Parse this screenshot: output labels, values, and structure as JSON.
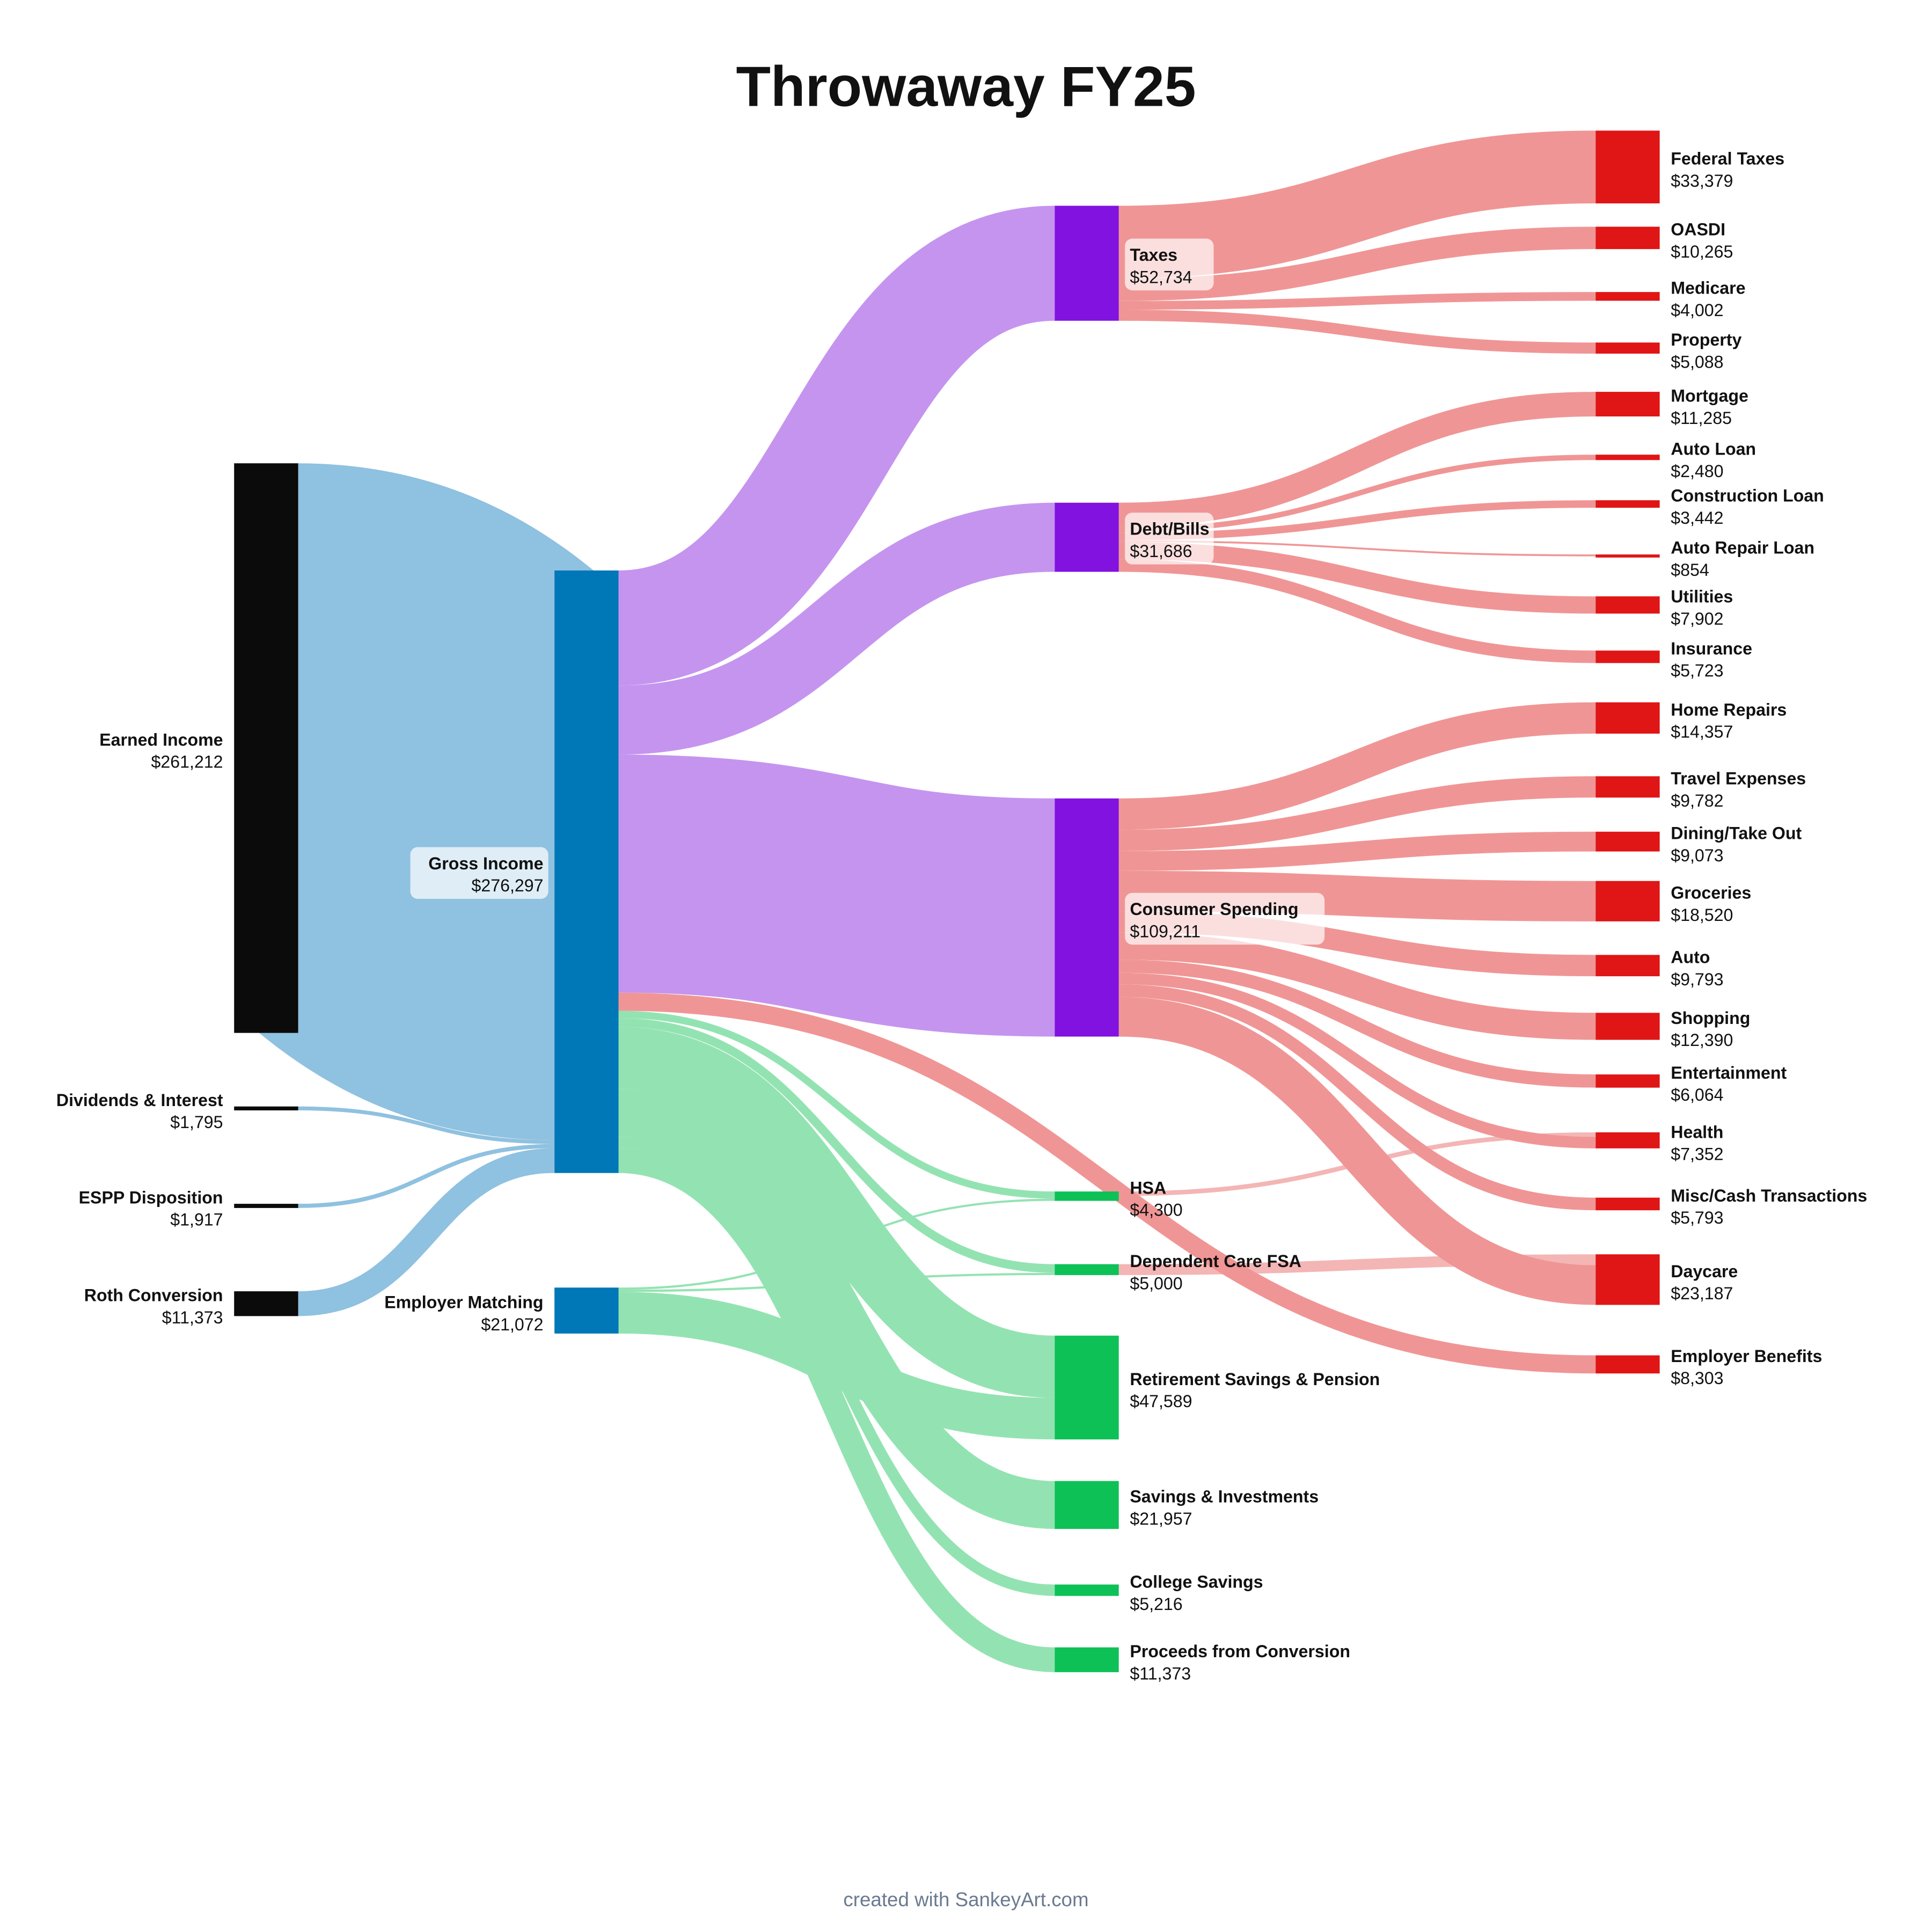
{
  "chart_data": {
    "type": "sankey",
    "title": "Throwaway FY25",
    "footer": "created with SankeyArt.com",
    "colors": {
      "income": "#0b0b0b",
      "gross": "#0077b6",
      "category": "#8212e0",
      "savings": "#0dc156",
      "expense": "#e01515",
      "link_income": "#8fc1e0",
      "link_category": "#c594ef",
      "link_savings": "#93e3b2",
      "link_expense": "#f09595"
    },
    "nodes": [
      {
        "id": "earned",
        "name": "Earned Income",
        "value": "$261,212",
        "group": "income"
      },
      {
        "id": "div",
        "name": "Dividends & Interest",
        "value": "$1,795",
        "group": "income"
      },
      {
        "id": "espp",
        "name": "ESPP Disposition",
        "value": "$1,917",
        "group": "income"
      },
      {
        "id": "roth",
        "name": "Roth Conversion",
        "value": "$11,373",
        "group": "income"
      },
      {
        "id": "gross",
        "name": "Gross Income",
        "value": "$276,297",
        "group": "gross"
      },
      {
        "id": "match",
        "name": "Employer Matching",
        "value": "$21,072",
        "group": "gross"
      },
      {
        "id": "taxes",
        "name": "Taxes",
        "value": "$52,734",
        "group": "category"
      },
      {
        "id": "debt",
        "name": "Debt/Bills",
        "value": "$31,686",
        "group": "category"
      },
      {
        "id": "consumer",
        "name": "Consumer Spending",
        "value": "$109,211",
        "group": "category"
      },
      {
        "id": "hsa",
        "name": "HSA",
        "value": "$4,300",
        "group": "savings"
      },
      {
        "id": "dcfsa",
        "name": "Dependent Care FSA",
        "value": "$5,000",
        "group": "savings"
      },
      {
        "id": "retire",
        "name": "Retirement Savings & Pension",
        "value": "$47,589",
        "group": "savings"
      },
      {
        "id": "savings",
        "name": "Savings & Investments",
        "value": "$21,957",
        "group": "savings"
      },
      {
        "id": "college",
        "name": "College Savings",
        "value": "$5,216",
        "group": "savings"
      },
      {
        "id": "proceeds",
        "name": "Proceeds from Conversion",
        "value": "$11,373",
        "group": "savings"
      },
      {
        "id": "federal",
        "name": "Federal Taxes",
        "value": "$33,379",
        "group": "expense"
      },
      {
        "id": "oasdi",
        "name": "OASDI",
        "value": "$10,265",
        "group": "expense"
      },
      {
        "id": "medicare",
        "name": "Medicare",
        "value": "$4,002",
        "group": "expense"
      },
      {
        "id": "property",
        "name": "Property",
        "value": "$5,088",
        "group": "expense"
      },
      {
        "id": "mortgage",
        "name": "Mortgage",
        "value": "$11,285",
        "group": "expense"
      },
      {
        "id": "autoloan",
        "name": "Auto Loan",
        "value": "$2,480",
        "group": "expense"
      },
      {
        "id": "construction",
        "name": "Construction Loan",
        "value": "$3,442",
        "group": "expense"
      },
      {
        "id": "autorepair",
        "name": "Auto Repair Loan",
        "value": "$854",
        "group": "expense"
      },
      {
        "id": "utilities",
        "name": "Utilities",
        "value": "$7,902",
        "group": "expense"
      },
      {
        "id": "insurance",
        "name": "Insurance",
        "value": "$5,723",
        "group": "expense"
      },
      {
        "id": "homerepairs",
        "name": "Home Repairs",
        "value": "$14,357",
        "group": "expense"
      },
      {
        "id": "travel",
        "name": "Travel Expenses",
        "value": "$9,782",
        "group": "expense"
      },
      {
        "id": "dining",
        "name": "Dining/Take Out",
        "value": "$9,073",
        "group": "expense"
      },
      {
        "id": "groceries",
        "name": "Groceries",
        "value": "$18,520",
        "group": "expense"
      },
      {
        "id": "auto",
        "name": "Auto",
        "value": "$9,793",
        "group": "expense"
      },
      {
        "id": "shopping",
        "name": "Shopping",
        "value": "$12,390",
        "group": "expense"
      },
      {
        "id": "entertainment",
        "name": "Entertainment",
        "value": "$6,064",
        "group": "expense"
      },
      {
        "id": "health",
        "name": "Health",
        "value": "$7,352",
        "group": "expense"
      },
      {
        "id": "misc",
        "name": "Misc/Cash Transactions",
        "value": "$5,793",
        "group": "expense"
      },
      {
        "id": "daycare",
        "name": "Daycare",
        "value": "$23,187",
        "group": "expense"
      },
      {
        "id": "benefits",
        "name": "Employer Benefits",
        "value": "$8,303",
        "group": "expense"
      }
    ],
    "node_values": {
      "earned": 261212,
      "div": 1795,
      "espp": 1917,
      "roth": 11373,
      "gross": 276297,
      "match": 21072,
      "taxes": 52734,
      "debt": 31686,
      "consumer": 109211,
      "hsa": 4300,
      "dcfsa": 5000,
      "retire": 47589,
      "savings": 21957,
      "college": 5216,
      "proceeds": 11373,
      "federal": 33379,
      "oasdi": 10265,
      "medicare": 4002,
      "property": 5088,
      "mortgage": 11285,
      "autoloan": 2480,
      "construction": 3442,
      "autorepair": 854,
      "utilities": 7902,
      "insurance": 5723,
      "homerepairs": 14357,
      "travel": 9782,
      "dining": 9073,
      "groceries": 18520,
      "auto": 9793,
      "shopping": 12390,
      "entertainment": 6064,
      "health": 7352,
      "misc": 5793,
      "daycare": 23187,
      "benefits": 8303
    },
    "links": [
      {
        "source": "earned",
        "target": "gross",
        "value": 261212
      },
      {
        "source": "div",
        "target": "gross",
        "value": 1795
      },
      {
        "source": "espp",
        "target": "gross",
        "value": 1917
      },
      {
        "source": "roth",
        "target": "gross",
        "value": 11373
      },
      {
        "source": "gross",
        "target": "taxes",
        "value": 52734
      },
      {
        "source": "gross",
        "target": "debt",
        "value": 31686
      },
      {
        "source": "gross",
        "target": "consumer",
        "value": 109211
      },
      {
        "source": "gross",
        "target": "benefits",
        "value": 8303
      },
      {
        "source": "gross",
        "target": "hsa",
        "value": 3300
      },
      {
        "source": "gross",
        "target": "dcfsa",
        "value": 4000
      },
      {
        "source": "gross",
        "target": "retire",
        "value": 28517
      },
      {
        "source": "gross",
        "target": "savings",
        "value": 21957
      },
      {
        "source": "gross",
        "target": "college",
        "value": 5216
      },
      {
        "source": "gross",
        "target": "proceeds",
        "value": 11373
      },
      {
        "source": "match",
        "target": "hsa",
        "value": 1000
      },
      {
        "source": "match",
        "target": "dcfsa",
        "value": 1000
      },
      {
        "source": "match",
        "target": "retire",
        "value": 19072
      },
      {
        "source": "taxes",
        "target": "federal",
        "value": 33379
      },
      {
        "source": "taxes",
        "target": "oasdi",
        "value": 10265
      },
      {
        "source": "taxes",
        "target": "medicare",
        "value": 4002
      },
      {
        "source": "taxes",
        "target": "property",
        "value": 5088
      },
      {
        "source": "debt",
        "target": "mortgage",
        "value": 11285
      },
      {
        "source": "debt",
        "target": "autoloan",
        "value": 2480
      },
      {
        "source": "debt",
        "target": "construction",
        "value": 3442
      },
      {
        "source": "debt",
        "target": "autorepair",
        "value": 854
      },
      {
        "source": "debt",
        "target": "utilities",
        "value": 7902
      },
      {
        "source": "debt",
        "target": "insurance",
        "value": 5723
      },
      {
        "source": "consumer",
        "target": "homerepairs",
        "value": 14357
      },
      {
        "source": "consumer",
        "target": "travel",
        "value": 9782
      },
      {
        "source": "consumer",
        "target": "dining",
        "value": 9073
      },
      {
        "source": "consumer",
        "target": "groceries",
        "value": 18520
      },
      {
        "source": "consumer",
        "target": "auto",
        "value": 9793
      },
      {
        "source": "consumer",
        "target": "shopping",
        "value": 12390
      },
      {
        "source": "consumer",
        "target": "entertainment",
        "value": 6064
      },
      {
        "source": "hsa",
        "target": "health",
        "value": 2100
      },
      {
        "source": "consumer",
        "target": "health",
        "value": 5252
      },
      {
        "source": "consumer",
        "target": "misc",
        "value": 5793
      },
      {
        "source": "dcfsa",
        "target": "daycare",
        "value": 5000
      },
      {
        "source": "consumer",
        "target": "daycare",
        "value": 18187
      }
    ]
  }
}
